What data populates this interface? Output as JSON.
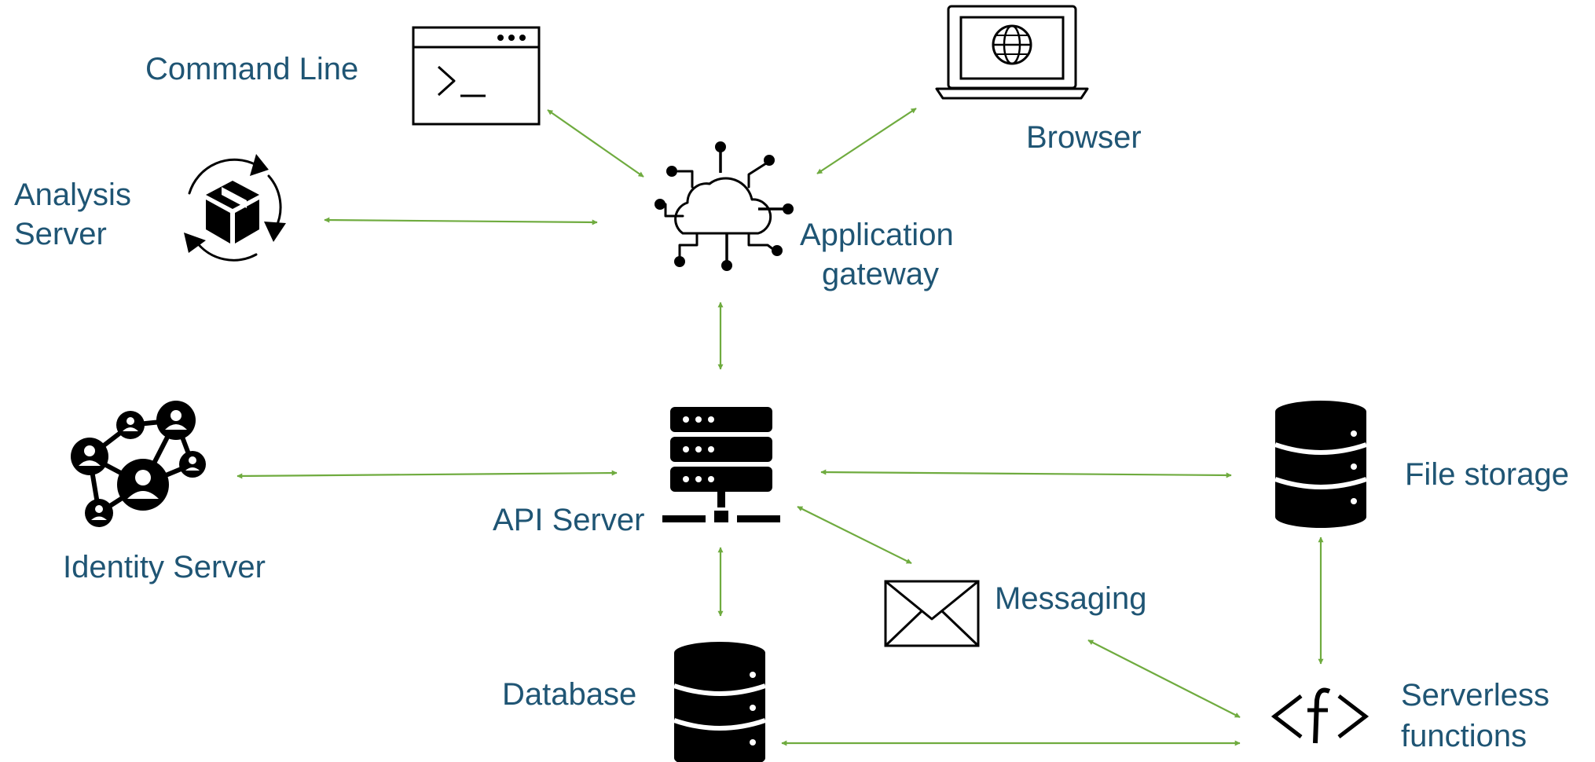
{
  "diagram": {
    "colors": {
      "label": "#1f5574",
      "connector": "#6fab3f",
      "icon": "#000000"
    },
    "nodes": {
      "command_line": {
        "label": "Command Line",
        "icon": "terminal-window-icon"
      },
      "browser": {
        "label": "Browser",
        "icon": "laptop-globe-icon"
      },
      "analysis_server": {
        "label_line1": "Analysis",
        "label_line2": "Server",
        "icon": "package-cycle-icon"
      },
      "application_gateway": {
        "label_line1": "Application",
        "label_line2": "gateway",
        "icon": "cloud-network-icon"
      },
      "identity_server": {
        "label": "Identity Server",
        "icon": "people-network-icon"
      },
      "api_server": {
        "label": "API Server",
        "icon": "server-rack-icon"
      },
      "file_storage": {
        "label": "File storage",
        "icon": "database-icon"
      },
      "messaging": {
        "label": "Messaging",
        "icon": "envelope-icon"
      },
      "database": {
        "label": "Database",
        "icon": "database-icon"
      },
      "serverless_functions": {
        "label_line1": "Serverless",
        "label_line2": "functions",
        "icon": "function-icon"
      }
    },
    "edges": [
      {
        "from": "command_line",
        "to": "application_gateway"
      },
      {
        "from": "browser",
        "to": "application_gateway"
      },
      {
        "from": "analysis_server",
        "to": "application_gateway"
      },
      {
        "from": "application_gateway",
        "to": "api_server"
      },
      {
        "from": "identity_server",
        "to": "api_server"
      },
      {
        "from": "api_server",
        "to": "file_storage"
      },
      {
        "from": "api_server",
        "to": "messaging"
      },
      {
        "from": "api_server",
        "to": "database"
      },
      {
        "from": "file_storage",
        "to": "serverless_functions"
      },
      {
        "from": "messaging",
        "to": "serverless_functions"
      },
      {
        "from": "database",
        "to": "serverless_functions"
      }
    ]
  }
}
